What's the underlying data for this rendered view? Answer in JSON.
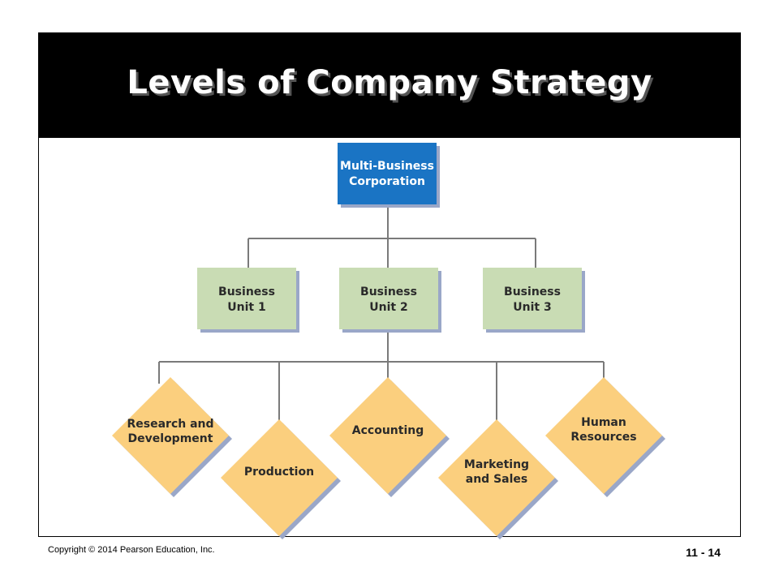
{
  "title": "Levels of Company Strategy",
  "corporation": {
    "line1": "Multi-Business",
    "line2": "Corporation"
  },
  "business_units": [
    {
      "line1": "Business",
      "line2": "Unit 1"
    },
    {
      "line1": "Business",
      "line2": "Unit 2"
    },
    {
      "line1": "Business",
      "line2": "Unit 3"
    }
  ],
  "functions": [
    {
      "line1": "Research and",
      "line2": "Development"
    },
    {
      "line1": "Production",
      "line2": ""
    },
    {
      "line1": "Accounting",
      "line2": ""
    },
    {
      "line1": "Marketing",
      "line2": "and Sales"
    },
    {
      "line1": "Human",
      "line2": "Resources"
    }
  ],
  "colors": {
    "corporation_fill": "#1a74c4",
    "business_unit_fill": "#c9dcb4",
    "function_fill": "#fbcf7e",
    "shadow": "#9aa7c8",
    "connector": "#7a7a7a"
  },
  "footer": {
    "copyright": "Copyright © 2014 Pearson Education, Inc.",
    "slide_number": "11 - 14"
  }
}
